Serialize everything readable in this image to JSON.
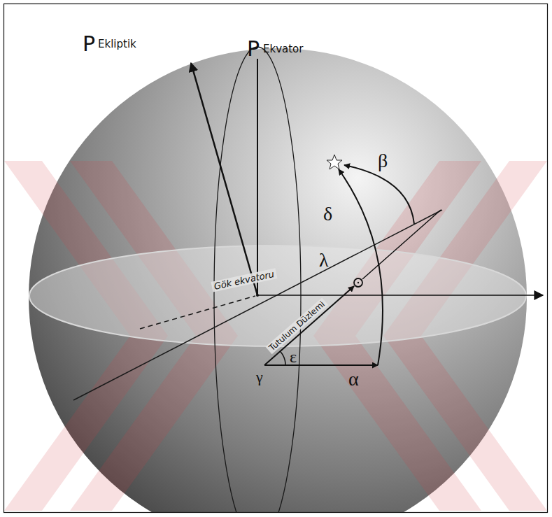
{
  "diagram": {
    "labels": [
      "P",
      "Ekliptik",
      "P",
      "Ekvator",
      "Gök ekvatoru",
      "Tutulum Düzlemi",
      "β",
      "δ",
      "λ",
      "ε",
      "α",
      "γ"
    ]
  }
}
